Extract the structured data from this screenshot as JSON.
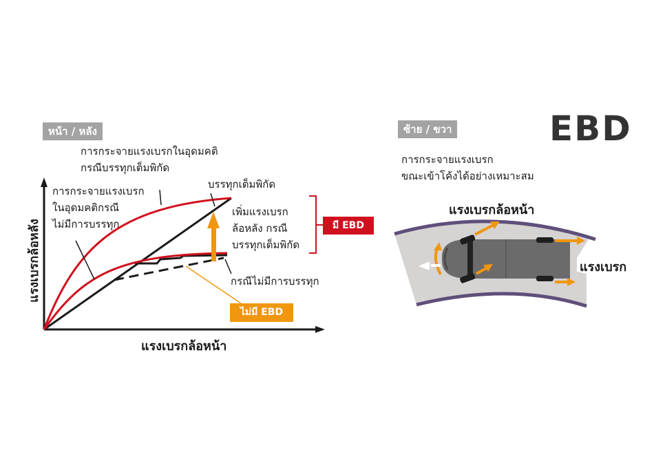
{
  "left_panel": {
    "tag": "หน้า / หลัง",
    "ideal_loaded_label": [
      "การกระจายแรงเบรกในอุดมคติ",
      "กรณีบรรทุกเต็มพิกัด"
    ],
    "ideal_unloaded_label": [
      "การกระจายแรงเบรก",
      "ในอุดมคติกรณี",
      "ไม่มีการบรรทุก"
    ],
    "full_load_label": "บรรทุกเต็มพิกัด",
    "increase_label": [
      "เพิ่มแรงเบรก",
      "ล้อหลัง กรณี",
      "บรรทุกเต็มพิกัด"
    ],
    "no_load_label": "กรณีไม่มีการบรรทุก",
    "with_ebd_badge": "มี EBD",
    "without_ebd_badge": "ไม่มี EBD",
    "x_axis_label": "แรงเบรกล้อหน้า",
    "y_axis_label": "แรงเบรกล้อหลัง"
  },
  "right_panel": {
    "tag": "ซ้าย / ขวา",
    "title": "EBD",
    "description": [
      "การกระจายแรงเบรก",
      "ขณะเข้าโค้งได้อย่างเหมาะสม"
    ],
    "front_brake_label": "แรงเบรกล้อหน้า",
    "brake_label": "แรงเบรก"
  },
  "colors": {
    "red": "#d0101e",
    "orange": "#f0960f",
    "black": "#1a1a1a",
    "gray_tag": "#a3a3a3",
    "road": "#d6d3d3",
    "road_edge": "#5e4f7a",
    "car": "#6b6b6b"
  },
  "chart_data": {
    "type": "line",
    "title": "",
    "xlabel": "แรงเบรกล้อหน้า",
    "ylabel": "แรงเบรกล้อหลัง",
    "grid": false,
    "legend_position": "annotations",
    "series": [
      {
        "name": "การกระจายแรงเบรกในอุดมคติ กรณีบรรทุกเต็มพิกัด",
        "style": "red-curve",
        "x": [
          0,
          0.1,
          0.2,
          0.35,
          0.5,
          0.7,
          1.0
        ],
        "y": [
          0,
          0.35,
          0.58,
          0.78,
          0.9,
          0.97,
          1.0
        ]
      },
      {
        "name": "การกระจายแรงเบรกในอุดมคติกรณีไม่มีการบรรทุก",
        "style": "red-curve",
        "x": [
          0,
          0.15,
          0.3,
          0.45,
          0.6,
          0.8,
          1.0
        ],
        "y": [
          0,
          0.27,
          0.45,
          0.55,
          0.61,
          0.64,
          0.65
        ]
      },
      {
        "name": "มี EBD (บรรทุกเต็มพิกัด)",
        "style": "black-solid",
        "x": [
          0,
          0.37,
          1.0
        ],
        "y": [
          0,
          0.37,
          1.0
        ]
      },
      {
        "name": "มี EBD (ไม่มีการบรรทุก)",
        "style": "black-solid-stepped",
        "x": [
          0,
          0.37,
          0.52,
          0.62,
          0.64,
          0.95
        ],
        "y": [
          0,
          0.37,
          0.57,
          0.57,
          0.6,
          0.62
        ]
      },
      {
        "name": "ไม่มี EBD",
        "style": "black-dashed",
        "x": [
          0.37,
          0.95
        ],
        "y": [
          0.37,
          0.58
        ]
      }
    ],
    "annotations": [
      "บรรทุกเต็มพิกัด",
      "เพิ่มแรงเบรกล้อหลัง กรณีบรรทุกเต็มพิกัด",
      "กรณีไม่มีการบรรทุก",
      "มี EBD",
      "ไม่มี EBD"
    ]
  }
}
